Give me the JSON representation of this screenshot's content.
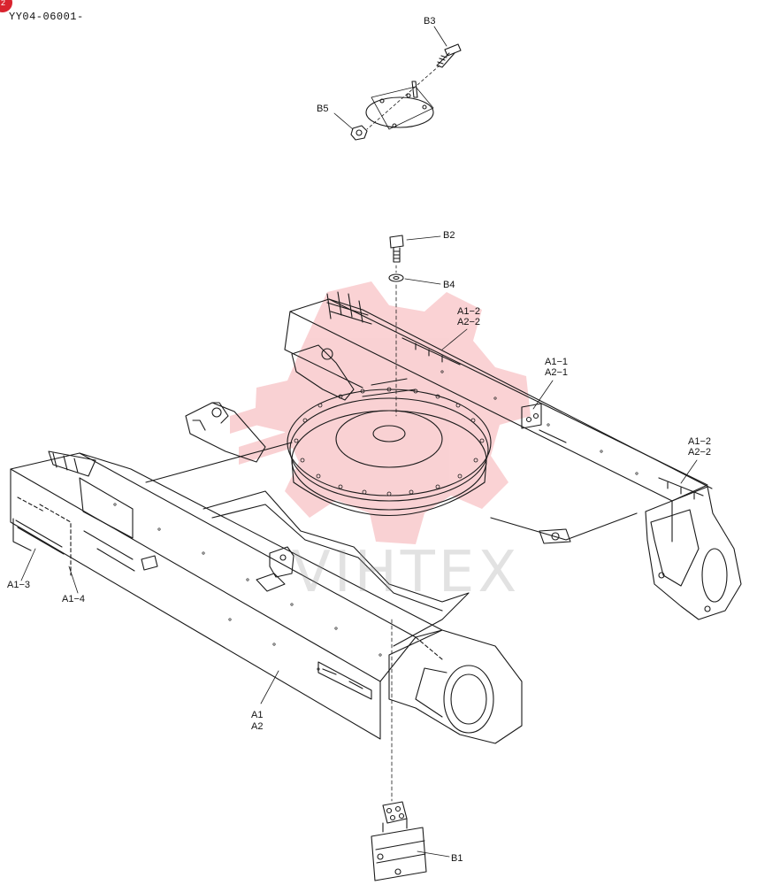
{
  "document": {
    "code": "YY04-06001-",
    "badge": "2"
  },
  "watermark": {
    "brand": "VIHTEX",
    "color": "#e8323c"
  },
  "callouts": {
    "b3": "B3",
    "b5": "B5",
    "b2": "B2",
    "b4": "B4",
    "a1_2": "A1−2",
    "a2_2": "A2−2",
    "a1_1": "A1−1",
    "a2_1": "A2−1",
    "a1_2_right": "A1−2",
    "a2_2_right": "A2−2",
    "a1_3": "A1−3",
    "a1_4": "A1−4",
    "a1": "A1",
    "a2": "A2",
    "b1": "B1"
  },
  "colors": {
    "line": "#1a1a1a",
    "paper": "#ffffff",
    "watermark": "#e8323c"
  }
}
